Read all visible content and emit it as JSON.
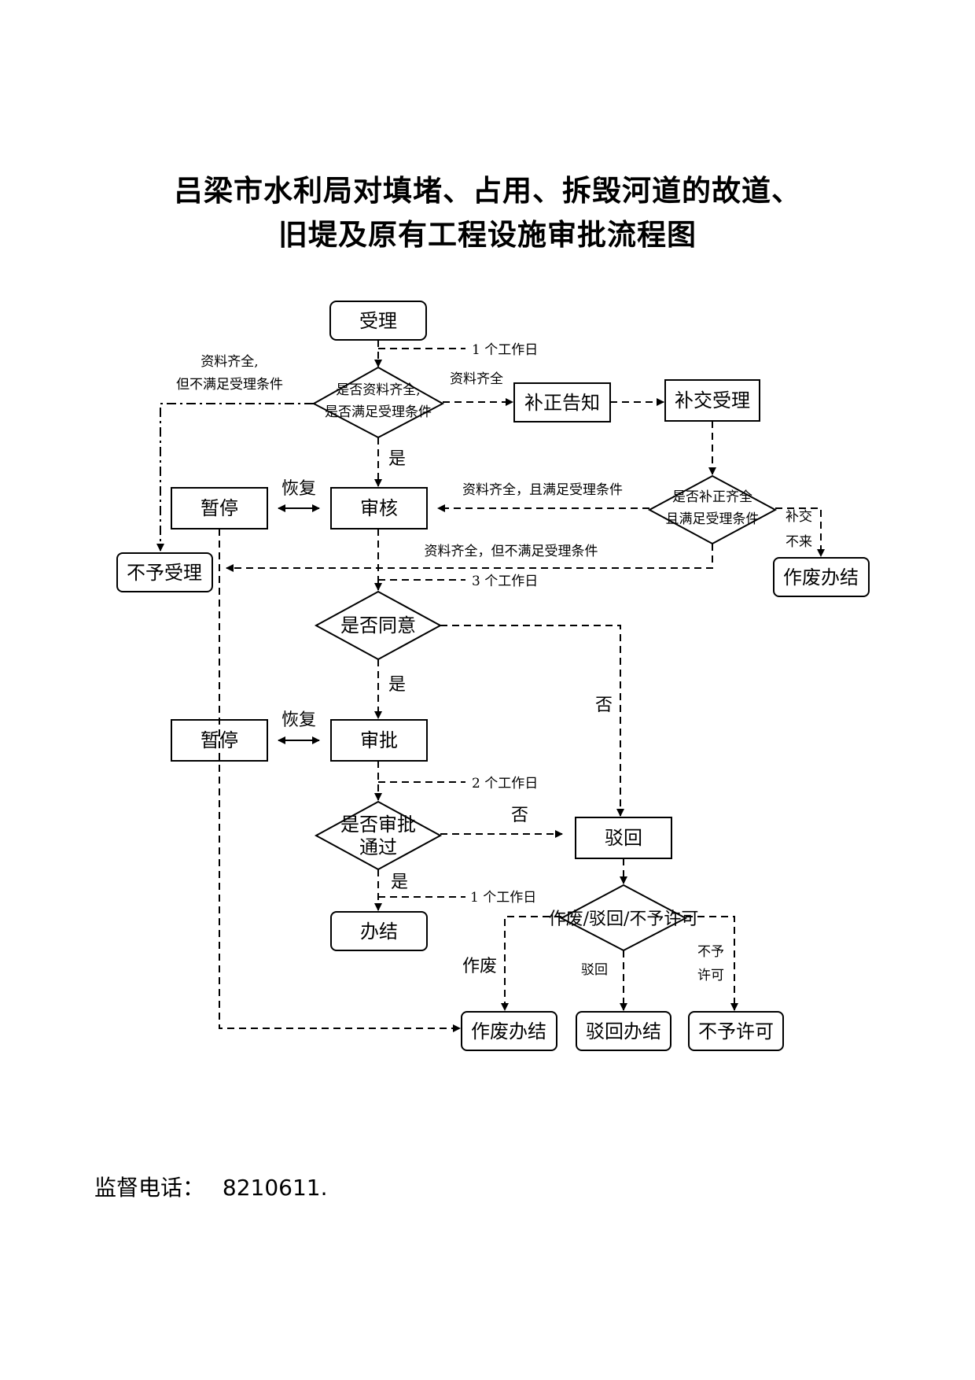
{
  "title": {
    "line1": "吕梁市水利局对填堵、占用、拆毁河道的故道、",
    "line2": "旧堤及原有工程设施审批流程图"
  },
  "nodes": {
    "accept": "受理",
    "check_docs_l1": "是否资料齐全,",
    "check_docs_l2": "是否满足受理条件",
    "correction_notice": "补正告知",
    "resubmit_accept": "补交受理",
    "check_correction_l1": "是否补正齐全",
    "check_correction_l2": "且满足受理条件",
    "suspend1": "暂停",
    "review": "审核",
    "reject_accept": "不予受理",
    "void_close1": "作废办结",
    "agree": "是否同意",
    "suspend2": "暂停",
    "approve": "审批",
    "approve_pass_l1": "是否审批",
    "approve_pass_l2": "通过",
    "return": "驳回",
    "close": "办结",
    "final_decision": "作废/驳回/不予许可",
    "void_close2": "作废办结",
    "return_close": "驳回办结",
    "not_permit": "不予许可"
  },
  "labels": {
    "one_day_a": "1 个工作日",
    "docs_ok_not_meet_l1": "资料齐全,",
    "docs_ok_not_meet_l2": "但不满足受理条件",
    "docs_ok": "资料齐全",
    "yes1": "是",
    "resume1": "恢复",
    "docs_ok_meet": "资料齐全，且满足受理条件",
    "resubmit_fail_l1": "补交",
    "resubmit_fail_l2": "不来",
    "docs_ok_not_meet2": "资料齐全，但不满足受理条件",
    "three_days": "3 个工作日",
    "no1": "否",
    "yes2": "是",
    "resume2": "恢复",
    "two_days": "2 个工作日",
    "no2": "否",
    "yes3": "是",
    "one_day_b": "1 个工作日",
    "void": "作废",
    "return_lbl": "驳回",
    "not_permit_l1": "不予",
    "not_permit_l2": "许可"
  },
  "footer": {
    "label": "监督电话：",
    "phone": "8210611."
  }
}
